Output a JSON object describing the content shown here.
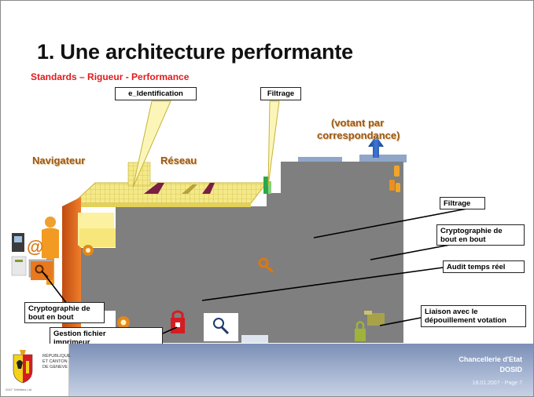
{
  "slide": {
    "title": "1. Une architecture performante",
    "subtitle": "Standards – Rigueur - Performance"
  },
  "labels": {
    "navigateur": "Navigateur",
    "reseau": "Réseau",
    "votant_line1": "(votant par",
    "votant_line2": "correspondance)"
  },
  "callouts": {
    "e_identification": "e_Identification",
    "filtrage_top": "Filtrage",
    "filtrage_right": "Filtrage",
    "crypto_right_line1": "Cryptographie de",
    "crypto_right_line2": "bout en bout",
    "audit": "Audit temps réel",
    "crypto_left_line1": "Cryptographie de",
    "crypto_left_line2": "bout en bout",
    "gestion_line1": "Gestion fichier",
    "gestion_line2": "imprimeur",
    "liaison_line1": "Liaison avec le",
    "liaison_line2": "dépouillement votation"
  },
  "footer": {
    "org_line1": "Chancellerie d'Etat",
    "org_line2": "DOSID",
    "date_page": "18.01.2007 - Page 7",
    "gov_line1": "RÉPUBLIQUE",
    "gov_line2": "ET CANTON",
    "gov_line3": "DE GENEVE",
    "small_print": "2007 Télétitres Ltd"
  },
  "colors": {
    "accent_red": "#e21a1a",
    "section_brown": "#9a5a1a",
    "footer_blue": "#7b8fb6",
    "grey_block": "#7f7f7f"
  },
  "icons": [
    "at-sign-icon",
    "person-icon",
    "key-icon",
    "lock-icon",
    "magnifier-icon",
    "folder-icon",
    "arrow-up-icon",
    "geneva-crest-icon",
    "computer-icon",
    "envelope-icon"
  ]
}
